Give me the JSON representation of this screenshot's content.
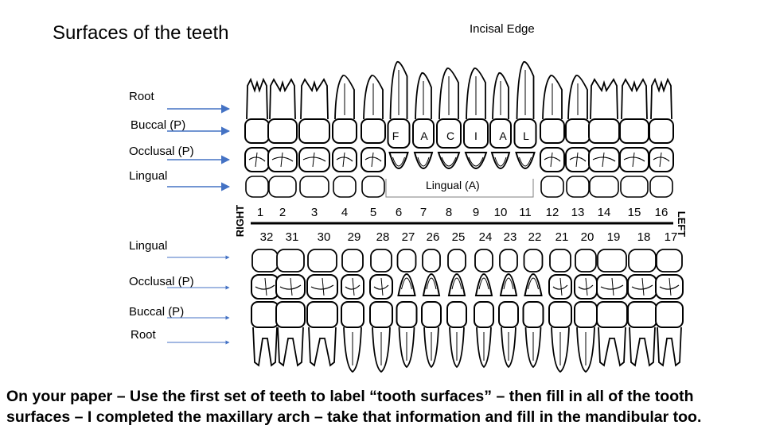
{
  "title": "Surfaces of the teeth",
  "incisal_label": "Incisal Edge",
  "upper_labels": [
    "Root",
    "Buccal (P)",
    "Occlusal (P)",
    "Lingual"
  ],
  "lower_labels": [
    "Lingual",
    "Occlusal (P)",
    "Buccal (P)",
    "Root"
  ],
  "anterior_letters": [
    "F",
    "A",
    "C",
    "I",
    "A",
    "L"
  ],
  "lingual_a_label": "Lingual (A)",
  "side_right": "RIGHT",
  "side_left": "LEFT",
  "upper_numbers": [
    "1",
    "2",
    "3",
    "4",
    "5",
    "6",
    "7",
    "8",
    "9",
    "10",
    "11",
    "12",
    "13",
    "14",
    "15",
    "16"
  ],
  "lower_numbers": [
    "32",
    "31",
    "30",
    "29",
    "28",
    "27",
    "26",
    "25",
    "24",
    "23",
    "22",
    "21",
    "20",
    "19",
    "18",
    "17"
  ],
  "instructions": [
    "On your paper – Use the first set of teeth to label “tooth surfaces” – then fill in all of the tooth",
    "surfaces – I completed the maxillary arch – take that information and fill in the mandibular too."
  ],
  "colors": {
    "arrow": "#4472c4",
    "ink": "#000000"
  }
}
